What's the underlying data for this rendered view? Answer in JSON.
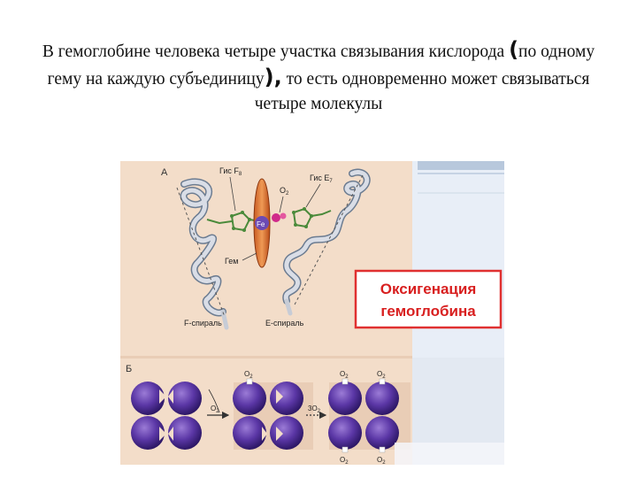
{
  "slide": {
    "title_part1": "В гемоглобине человека четыре участка связывания кислорода ",
    "title_paren_open": "(",
    "title_part2": "по одному гему на каждую субъединицу",
    "title_paren_close": ")",
    "title_comma": ",",
    "title_part3": " то есть одновременно может связываться четыре молекулы"
  },
  "figure": {
    "panel_a_label": "А",
    "panel_b_label": "Б",
    "his_f8_label": "Гис F",
    "his_f8_sub": "8",
    "his_e7_label": "Гис E",
    "his_e7_sub": "7",
    "o2_label": "O",
    "o2_sub": "2",
    "fe_label": "Fe",
    "heme_label": "Гем",
    "f_helix_label": "F-спираль",
    "e_helix_label": "E-спираль",
    "caption_line1": "Оксигенация",
    "caption_line2": "гемоглобина",
    "step1_label_num": "",
    "step1_label": "O",
    "step1_sub": "2",
    "step2_label_num": "3O",
    "step2_sub": "2",
    "colors": {
      "panel_bg": "#f3ddc9",
      "caption_border": "#e03030",
      "caption_text": "#d81f1f",
      "heme_disc": "#e07a3a",
      "subunit": "#5a3aa0"
    }
  }
}
